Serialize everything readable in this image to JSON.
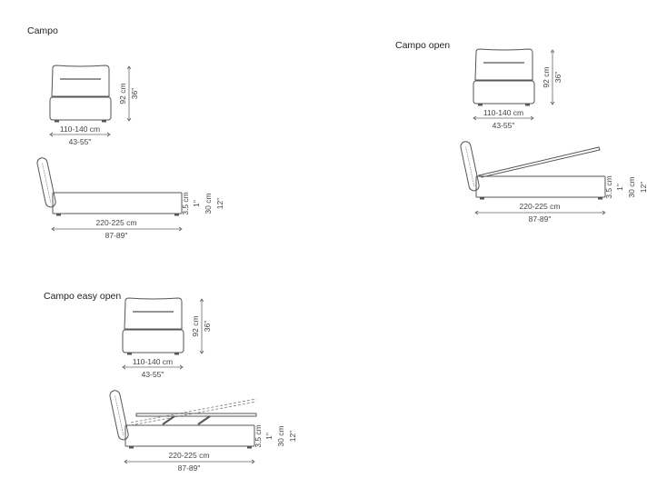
{
  "sections": [
    {
      "title": "Campo",
      "front_height_cm": "92 cm",
      "front_height_in": "36\"",
      "front_width_cm": "110-140 cm",
      "front_width_in": "43-55\"",
      "side_feet_cm": "3.5 cm",
      "side_feet_in": "1\"",
      "side_height_cm": "30 cm",
      "side_height_in": "12\"",
      "side_length_cm": "220-225 cm",
      "side_length_in": "87-89\""
    },
    {
      "title": "Campo open",
      "front_height_cm": "92 cm",
      "front_height_in": "36\"",
      "front_width_cm": "110-140 cm",
      "front_width_in": "43-55\"",
      "side_feet_cm": "3.5 cm",
      "side_feet_in": "1\"",
      "side_height_cm": "30 cm",
      "side_height_in": "12\"",
      "side_length_cm": "220-225 cm",
      "side_length_in": "87-89\""
    },
    {
      "title": "Campo easy open",
      "front_height_cm": "92 cm",
      "front_height_in": "36\"",
      "front_width_cm": "110-140 cm",
      "front_width_in": "43-55\"",
      "side_feet_cm": "3.5 cm",
      "side_feet_in": "1\"",
      "side_height_cm": "30 cm",
      "side_height_in": "12\"",
      "side_length_cm": "220-225 cm",
      "side_length_in": "87-89\""
    }
  ]
}
